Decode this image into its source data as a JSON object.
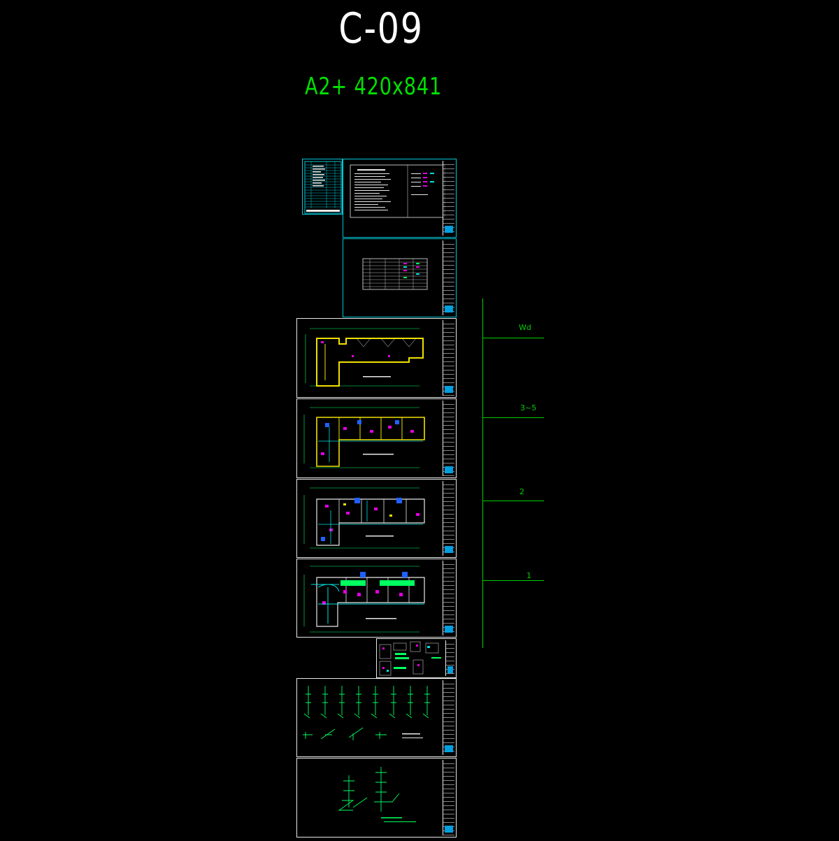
{
  "title": "C-09",
  "subtitle": "A2+   420x841",
  "levels": [
    {
      "label": "Wd"
    },
    {
      "label": "3~5"
    },
    {
      "label": "2"
    },
    {
      "label": "1"
    }
  ],
  "sheets": [
    {
      "name": "drawing-index-sheet"
    },
    {
      "name": "design-notes-sheet"
    },
    {
      "name": "materials-legend-sheet"
    },
    {
      "name": "roof-plan-sheet"
    },
    {
      "name": "floor-3-5-plan-sheet"
    },
    {
      "name": "floor-2-plan-sheet"
    },
    {
      "name": "floor-1-plan-sheet"
    },
    {
      "name": "detail-plan-sheet"
    },
    {
      "name": "riser-diagram-sheet"
    },
    {
      "name": "system-diagram-sheet"
    }
  ],
  "colors": {
    "frame": "#e8e8e8",
    "frame_accent": "#00c8d8",
    "level_line": "#00d000",
    "wall_yellow": "#f0e000",
    "pipe_cyan": "#00e0e0",
    "fixture_magenta": "#e000e0",
    "pipe_green": "#00ff60",
    "fixture_blue": "#2060ff"
  }
}
